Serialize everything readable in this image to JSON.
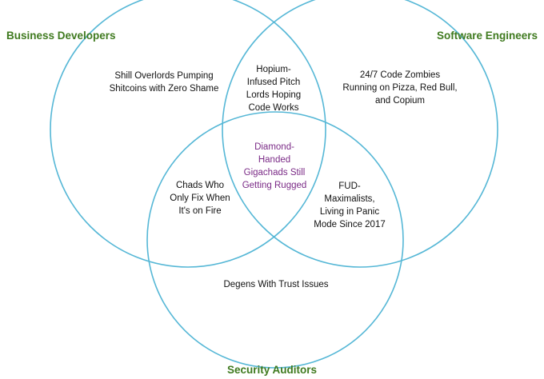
{
  "colors": {
    "circle_stroke": "#55b7d6",
    "set_label": "#3f7a1f",
    "region_text": "#111111",
    "center_text": "#7a2a86"
  },
  "sets": {
    "business": "Business Developers",
    "software": "Software Engineers",
    "security": "Security Auditors"
  },
  "regions": {
    "business_only": "Shill Overlords Pumping\nShitcoins with Zero Shame",
    "business_software": "Hopium-\nInfused Pitch\nLords Hoping\nCode Works",
    "software_only": "24/7 Code Zombies\nRunning on Pizza, Red Bull,\nand Copium",
    "business_security": "Chads Who\nOnly Fix When\nIt's on Fire",
    "all_three": "Diamond-\nHanded\nGigachads Still\nGetting Rugged",
    "software_security": "FUD-\nMaximalists,\nLiving in Panic\nMode Since 2017",
    "security_only": "Degens With Trust Issues"
  }
}
